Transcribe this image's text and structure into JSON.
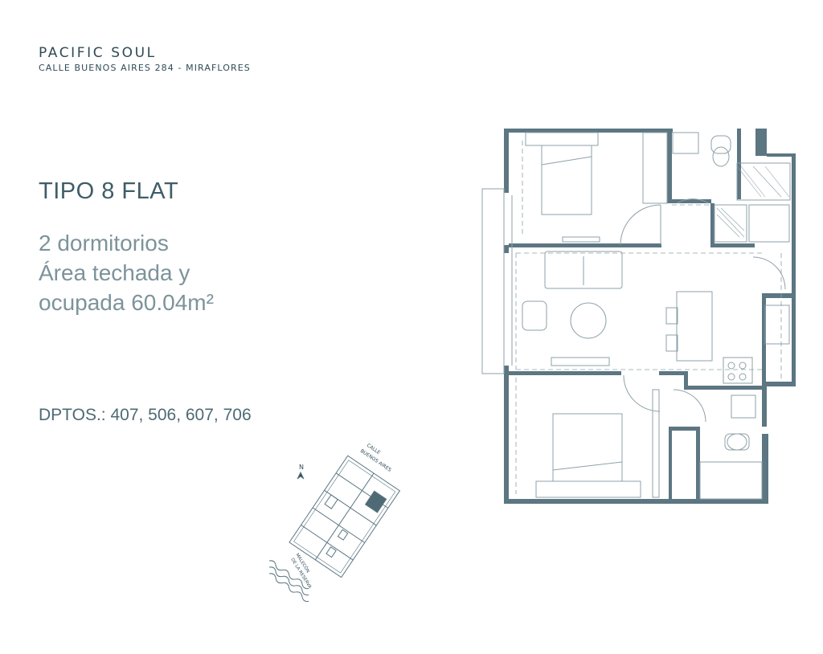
{
  "brand": {
    "name": "PACIFIC SOUL",
    "address": "CALLE BUENOS AIRES 284 - MIRAFLORES"
  },
  "unit": {
    "title": "TIPO 8 FLAT",
    "bedrooms": "2 dormitorios",
    "area_line1": "Área techada y",
    "area_line2": "ocupada 60.04m²",
    "dptos": "DPTOS.: 407, 506, 607, 706"
  },
  "locator": {
    "north": "N",
    "street_top": "CALLE",
    "street_bottom": "BUENOS AIRES",
    "malecon_top": "MALECÓN",
    "malecon_bottom": "DE LA RESERVA"
  },
  "colors": {
    "wall": "#5c7682",
    "line": "#8ea1a8",
    "text": "#4e6a75"
  }
}
